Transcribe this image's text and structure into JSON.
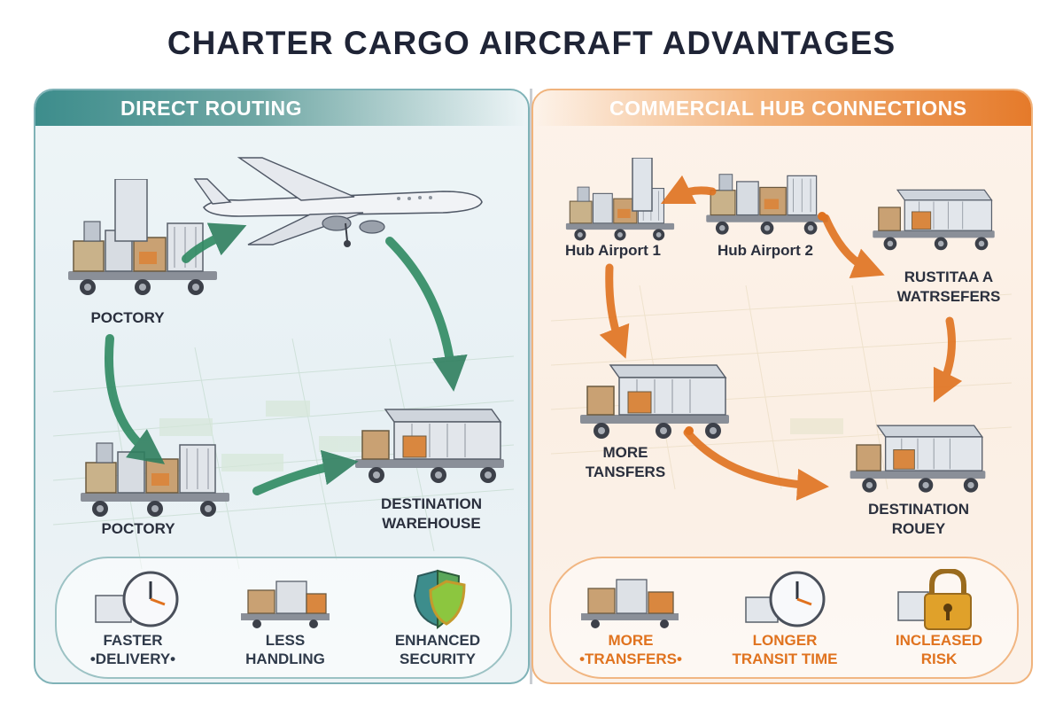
{
  "title": "CHARTER CARGO AIRCRAFT ADVANTAGES",
  "colors": {
    "teal": "#3d8d8c",
    "green_arrow": "#2f8a62",
    "orange": "#e57a2a",
    "title": "#1f2436"
  },
  "left_panel": {
    "header": "DIRECT ROUTING",
    "nodes": {
      "factory_top": "POCTORY",
      "factory_bottom": "POCTORY",
      "destination_line1": "DESTINATION",
      "destination_line2": "WAREHOUSE"
    },
    "benefits": [
      {
        "icon": "clock-icon",
        "line1": "FASTER",
        "line2": "•DELIVERY•"
      },
      {
        "icon": "cargo-pallet-icon",
        "line1": "LESS",
        "line2": "HANDLING"
      },
      {
        "icon": "shield-icon",
        "line1": "ENHANCED",
        "line2": "SECURITY"
      }
    ]
  },
  "right_panel": {
    "header": "COMMERCIAL HUB CONNECTIONS",
    "nodes": {
      "hub1": "Hub Airport 1",
      "hub2": "Hub Airport 2",
      "third_line1": "RUSTITAA A",
      "third_line2": "WATRSEFERS",
      "more_line1": "MORE",
      "more_line2": "TANSFERS",
      "dest_line1": "DESTINATION",
      "dest_line2": "ROUEY"
    },
    "benefits": [
      {
        "icon": "cargo-pallet-icon",
        "line1": "MORE",
        "line2": "•TRANSFERS•"
      },
      {
        "icon": "clock-icon",
        "line1": "LONGER",
        "line2": "TRANSIT TIME"
      },
      {
        "icon": "padlock-icon",
        "line1": "INCLEASED",
        "line2": "RISK"
      }
    ]
  }
}
